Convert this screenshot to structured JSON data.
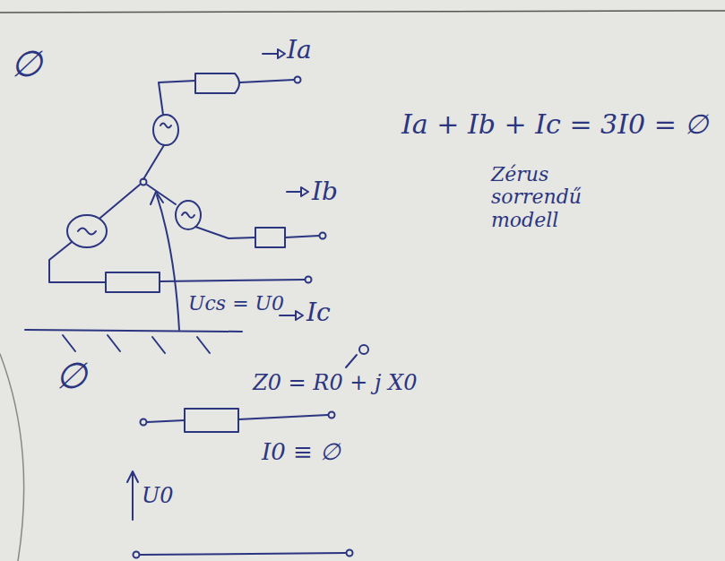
{
  "diagram": {
    "labels": [
      "∅",
      "Ia",
      "Ib",
      "Ucs = U0",
      "Ic",
      "Ia + Ib + Ic = 3I0 = ∅",
      "Zérus sorrendű modell",
      "∅",
      "Z0 = R0 + j X0",
      "I0 ≡ ∅",
      "U0"
    ]
  }
}
